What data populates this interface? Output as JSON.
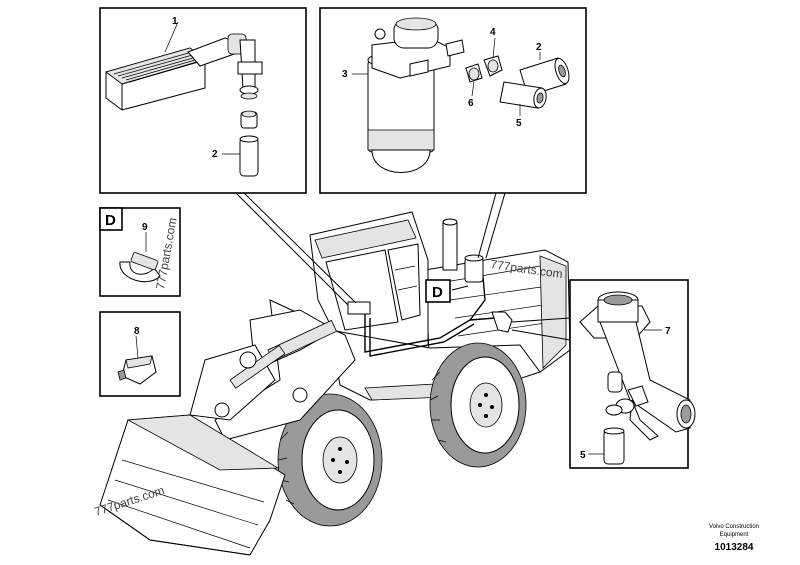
{
  "callouts": {
    "heater_core": "1",
    "hose_top": "2",
    "hose_left": "2",
    "filter": "3",
    "clamp_top": "4",
    "hose_bottom": "5",
    "hose_right": "5",
    "clamp_bottom": "6",
    "elbow_pipe": "7",
    "clip_wire": "8",
    "clip_strap": "9"
  },
  "detail_letters": {
    "box_d": "D",
    "machine_d": "D"
  },
  "watermarks": {
    "box_d": "777parts.com",
    "machine": "777parts.com",
    "bottom_left": "777parts.com"
  },
  "footer": {
    "company_line1": "Volvo Construction",
    "company_line2": "Equipment",
    "doc_number": "1013284"
  }
}
